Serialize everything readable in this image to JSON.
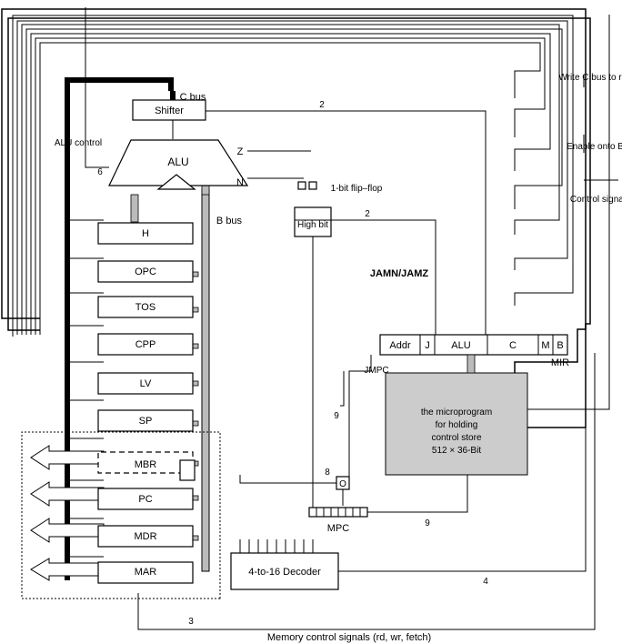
{
  "diagram": {
    "registers": [
      "MAR",
      "MDR",
      "PC",
      "MBR",
      "SP",
      "LV",
      "CPP",
      "TOS",
      "OPC",
      "H"
    ],
    "shifter": "Shifter",
    "alu": "ALU",
    "alu_control": "ALU control",
    "alu_control_width": "6",
    "flag_n": "N",
    "flag_z": "Z",
    "flipflop": "1-bit flip–flop",
    "high_bit": "High bit",
    "c_bus": "C bus",
    "b_bus": "B bus",
    "shift_width": "2",
    "high_width": "2",
    "jam": "JAMN/JAMZ",
    "jmpc": "JMPC",
    "jmpc_width": "8",
    "addr_width": "9",
    "decoder": "4-to-16 Decoder",
    "decoder_width": "4",
    "mem_width": "3",
    "mem_signals": "Memory control signals (rd, wr, fetch)",
    "control_store": [
      "512 × 36-Bit",
      "control store",
      "for holding",
      "the microprogram"
    ],
    "mpc": "MPC",
    "mpc_width": "9",
    "o_box": "O",
    "mir": "MIR",
    "mir_fields": [
      "Addr",
      "J",
      "ALU",
      "C",
      "M",
      "B"
    ],
    "legend_title": "Control signals",
    "legend_enable": "Enable onto B bus",
    "legend_write": "Write C bus to register"
  }
}
